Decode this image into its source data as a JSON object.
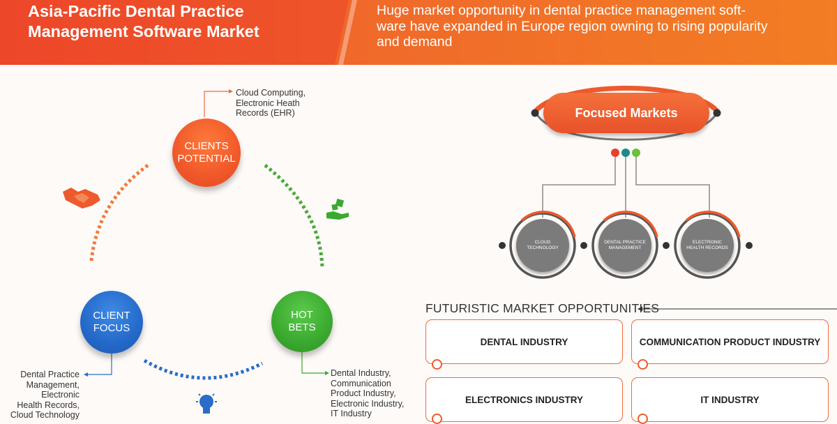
{
  "header": {
    "title_line1": "Asia-Pacific Dental Practice",
    "title_line2": "Management Software Market",
    "subtitle_line1": "Huge market opportunity in dental practice management soft-",
    "subtitle_line2": "ware have expanded in Europe region owning to rising popularity",
    "subtitle_line3": "and demand",
    "gradient_start": "#ee4a2c",
    "gradient_end": "#f27d24"
  },
  "cycle": {
    "clients_potential": {
      "line1": "CLIENTS",
      "line2": "POTENTIAL",
      "color": "#f0582a",
      "note": [
        "Cloud Computing,",
        "Electronic Heath",
        "Records (EHR)"
      ]
    },
    "client_focus": {
      "line1": "CLIENT",
      "line2": "FOCUS",
      "color": "#2469c9",
      "note": [
        "Dental Practice",
        "Management,",
        "Electronic",
        "Health Records,",
        "Cloud Technology"
      ]
    },
    "hot_bets": {
      "line1": "HOT",
      "line2": "BETS",
      "color": "#3aa92f",
      "note": [
        "Dental Industry,",
        "Communication",
        "Product Industry,",
        "Electronic Industry,",
        "IT Industry"
      ]
    },
    "icons": [
      "handshake-icon",
      "money-hand-icon",
      "lightbulb-icon"
    ]
  },
  "focused_markets": {
    "title": "Focused Markets",
    "markets": [
      {
        "line1": "CLOUD",
        "line2": "TECHNOLOGY"
      },
      {
        "line1": "DENTAL PRACTICE",
        "line2": "MANAGEMENT"
      },
      {
        "line1": "ELECTRONIC",
        "line2": "HEALTH RECORDS"
      }
    ],
    "dot_colors": [
      "#e8402c",
      "#1f8a8a",
      "#6cbf3c"
    ]
  },
  "opportunities": {
    "title": "FUTURISTIC MARKET OPPORTUNITIES",
    "items": [
      "DENTAL INDUSTRY",
      "COMMUNICATION PRODUCT INDUSTRY",
      "ELECTRONICS INDUSTRY",
      "IT INDUSTRY"
    ]
  }
}
